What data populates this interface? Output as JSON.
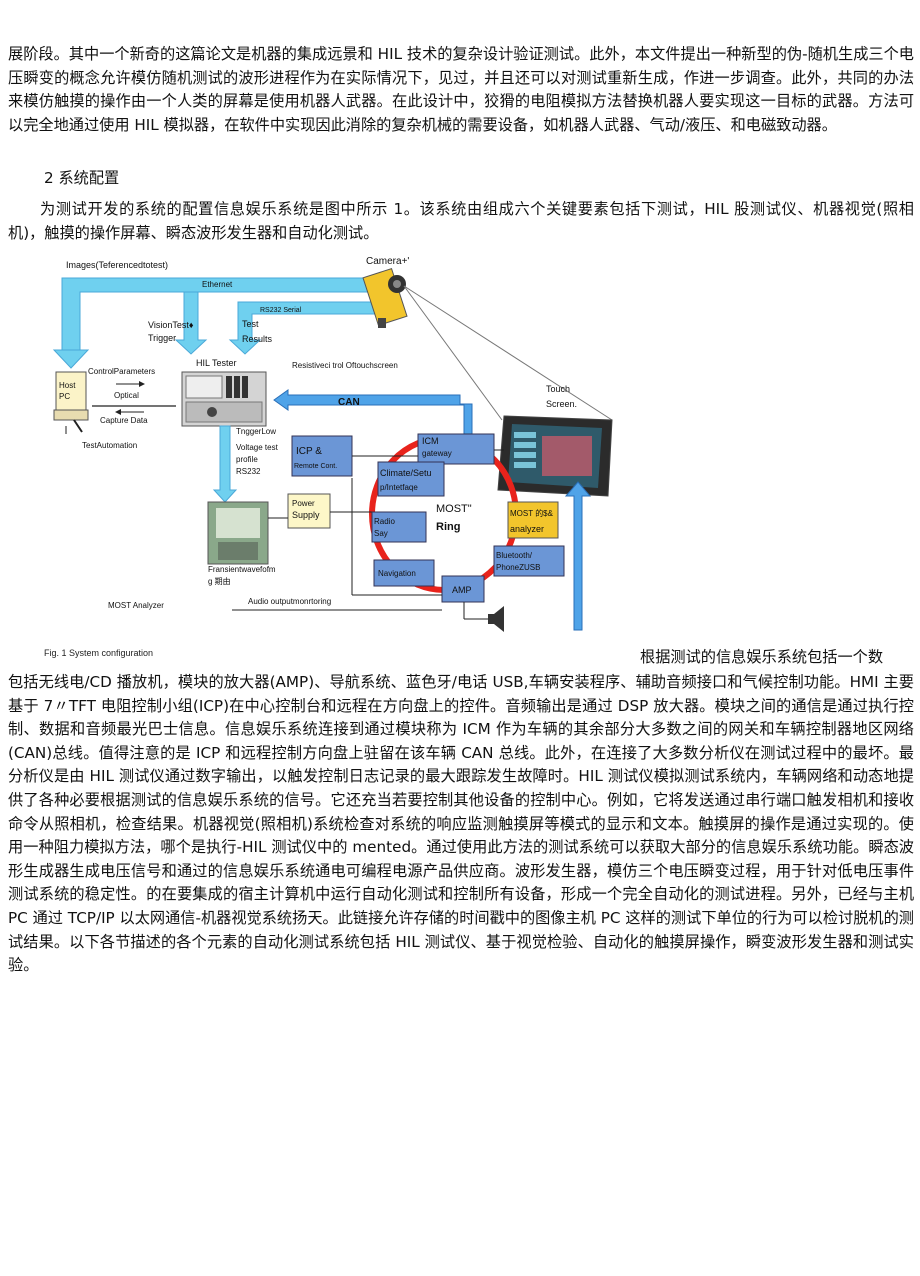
{
  "text": {
    "p1": "展阶段。其中一个新奇的这篇论文是机器的集成远景和 HIL 技术的复杂设计验证测试。此外，本文件提出一种新型的伪-随机生成三个电压瞬变的概念允许模仿随机测试的波形进程作为在实际情况下，见过，并且还可以对测试重新生成，作进一步调查。此外，共同的办法来模仿触摸的操作由一个人类的屏幕是使用机器人武器。在此设计中，狡猾的电阻模拟方法替换机器人要实现这一目标的武器。方法可以完全地通过使用 HIL 模拟器，在软件中实现因此消除的复杂机械的需要设备，如机器人武器、气动/液压、和电磁致动器。",
    "heading": "2 系统配置",
    "p2": "为测试开发的系统的配置信息娱乐系统是图中所示 1。该系统由组成六个关键要素包括下测试，HIL 股测试仪、机器视觉(照相机)，触摸的操作屏幕、瞬态波形发生器和自动化测试。",
    "p3_first": "根据测试的信息娱乐系统包括一个数",
    "p3": "包括无线电/CD 播放机，模块的放大器(AMP)、导航系统、蓝色牙/电话 USB,车辆安装程序、辅助音频接口和气候控制功能。HMI 主要基于 7〃TFT 电阻控制小组(ICP)在中心控制台和远程在方向盘上的控件。音频输出是通过 DSP 放大器。模块之间的通信是通过执行控制、数据和音频最光巴士信息。信息娱乐系统连接到通过模块称为 ICM 作为车辆的其余部分大多数之间的网关和车辆控制器地区网络(CAN)总线。值得注意的是 ICP 和远程控制方向盘上驻留在该车辆 CAN 总线。此外，在连接了大多数分析仪在测试过程中的最坏。最分析仪是由 HIL 测试仪通过数字输出，以触发控制日志记录的最大跟踪发生故障时。HIL 测试仪模拟测试系统内，车辆网络和动态地提供了各种必要根据测试的信息娱乐系统的信号。它还充当若要控制其他设备的控制中心。例如，它将发送通过串行端口触发相机和接收命令从照相机，检查结果。机器视觉(照相机)系统检查对系统的响应监测触摸屏等模式的显示和文本。触摸屏的操作是通过实现的。使用一种阻力模拟方法，哪个是执行-HIL 测试仪中的 mented。通过使用此方法的测试系统可以获取大部分的信息娱乐系统功能。瞬态波形生成器生成电压信号和通过的信息娱乐系统通电可编程电源产品供应商。波形发生器，模仿三个电压瞬变过程，用于针对低电压事件测试系统的稳定性。的在要集成的宿主计算机中运行自动化测试和控制所有设备，形成一个完全自动化的测试进程。另外，已经与主机 PC 通过 TCP/IP 以太网通信-机器视觉系统扬天。此链接允许存储的时间戳中的图像主机 PC 这样的测试下单位的行为可以检讨脱机的测试结果。以下各节描述的各个元素的自动化测试系统包括 HIL 测试仪、基于视觉检验、自动化的触摸屏操作，瞬变波形发生器和测试实验。"
  },
  "figure": {
    "caption": "Fig. 1 System configuration",
    "labels": {
      "images": "Images(Teferencedtotest)",
      "ethernet": "Ethernet",
      "camera": "Camera+'",
      "rs232": "RS232 Serial",
      "vision_trigger_1": "VisionTest♦",
      "vision_trigger_2": "Trigger",
      "test_results_1": "Test",
      "test_results_2": "Results",
      "hil_tester": "HIL Tester",
      "resistive": "Resistiveci    trol Oftouchscreen",
      "control_params": "ControlParameters",
      "host_pc_1": "Host",
      "host_pc_2": "PC",
      "optical": "Optical",
      "capture_data": "Capture Data",
      "test_automation": "TestAutomation",
      "can": "CAN",
      "touch_screen_1": "Touch",
      "touch_screen_2": "Screen.",
      "trigger_low": "TnggerLow",
      "voltage_1": "Voltage  test",
      "voltage_2": "profile",
      "voltage_3": "RS232",
      "icp_1": "ICP &",
      "icp_2": "Remote Cont.",
      "icm_1": "ICM",
      "icm_2": "gateway",
      "climate_1": "Climate/Setu",
      "climate_2": "p/Intetfaqe",
      "power_1": "Power",
      "power_2": "Supply",
      "radio_1": "Radio",
      "radio_2": "Say",
      "most_1": "MOST\"",
      "most_2": "Ring",
      "analyzer_1": "MOST 的$&",
      "analyzer_2": "analyzer",
      "transient_1": "Fransientwavefofm",
      "transient_2": "g 期由",
      "bluetooth_1": "Bluetooth/",
      "bluetooth_2": "PhoneZUSB",
      "navigation": "Navigation",
      "amp": "AMP",
      "audio_output": "Audio outputmonrtoring",
      "most_analyzer": "MOST Analyzer"
    }
  }
}
